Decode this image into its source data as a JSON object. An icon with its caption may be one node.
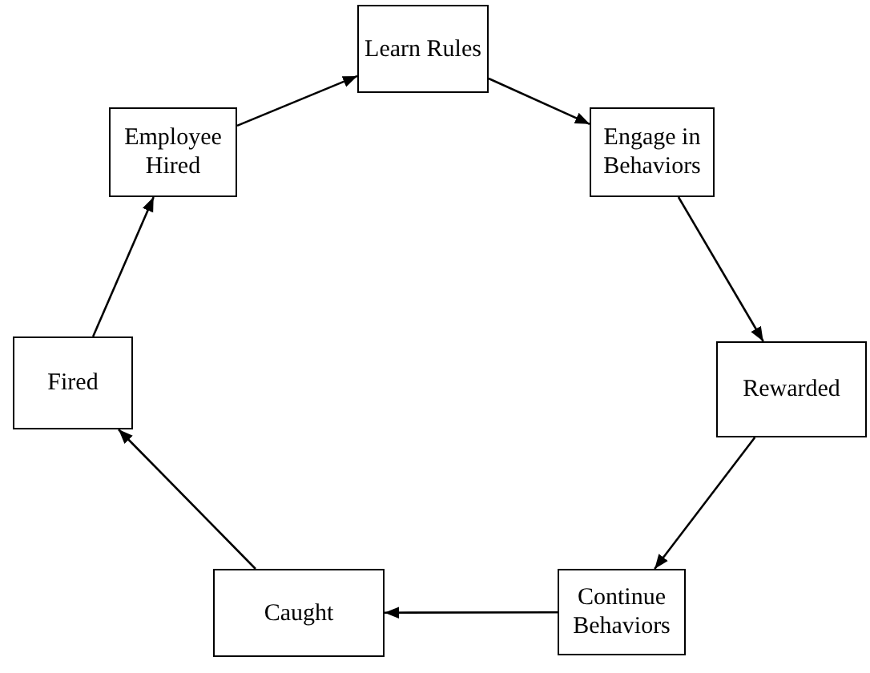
{
  "diagram": {
    "nodes": [
      {
        "text": [
          "Learn Rules"
        ]
      },
      {
        "text": [
          "Engage in Behaviors"
        ]
      },
      {
        "text": [
          "Rewarded"
        ]
      },
      {
        "text": [
          "Continue Behaviors"
        ]
      },
      {
        "text": [
          "Caught"
        ]
      },
      {
        "text": [
          "Fired"
        ]
      },
      {
        "text": [
          "Employee Hired"
        ]
      }
    ],
    "edges": [
      {
        "from": 0,
        "to": 1,
        "arrow": "to"
      },
      {
        "from": 1,
        "to": 2,
        "arrow": "to"
      },
      {
        "from": 2,
        "to": 3,
        "arrow": "to"
      },
      {
        "from": 3,
        "to": 4,
        "arrow": "to"
      },
      {
        "from": 4,
        "to": 5,
        "arrow": "to"
      },
      {
        "from": 5,
        "to": 6,
        "arrow": "to"
      },
      {
        "from": 6,
        "to": 0,
        "arrow": "to"
      }
    ]
  }
}
